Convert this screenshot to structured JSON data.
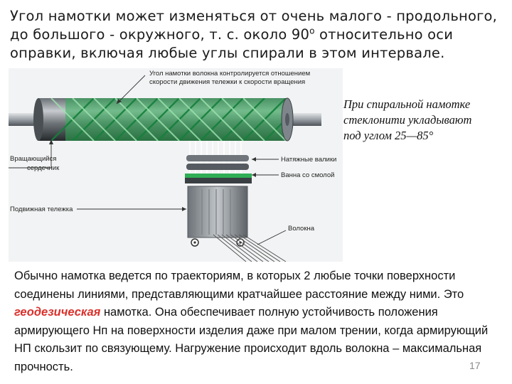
{
  "heading": {
    "part1": "Угол намотки может изменяться от очень малого - продольного, до большого - окружного, т. с. около 90",
    "degree": "о",
    "part2": " относительно оси оправки, включая любые углы спирали в этом интервале."
  },
  "figure": {
    "label_top_line1": "Угол намотки волокна контролируется отношением",
    "label_top_line2": "скорости движения тележки к скорости вращения",
    "label_core_line1": "Вращающийся",
    "label_core_line2": "сердечник",
    "label_rollers": "Натяжные валики",
    "label_bath": "Ванна со смолой",
    "label_carriage": "Подвижная тележка",
    "label_fibers": "Волокна"
  },
  "callout": {
    "line1": "При спиральной намотке",
    "line2": "стеклонити укладывают",
    "line3": "под углом 25—85°"
  },
  "body": {
    "before": "Обычно намотка  ведется по траекториям, в которых 2 любые точки поверхности соединены линиями, представляющими кратчайшее расстояние между ними.  Это  ",
    "highlight": "геодезическая",
    "after": "  намотка.   Она обеспечивает полную устойчивость  положения армирующего Нп на поверхности изделия даже при малом трении, когда армирующий НП скользит по связующему.   Нагружение происходит вдоль волокна – максимальная  прочность."
  },
  "page_number": "17",
  "colors": {
    "highlight": "#d9302b",
    "fiber_green": "#2fae55"
  }
}
